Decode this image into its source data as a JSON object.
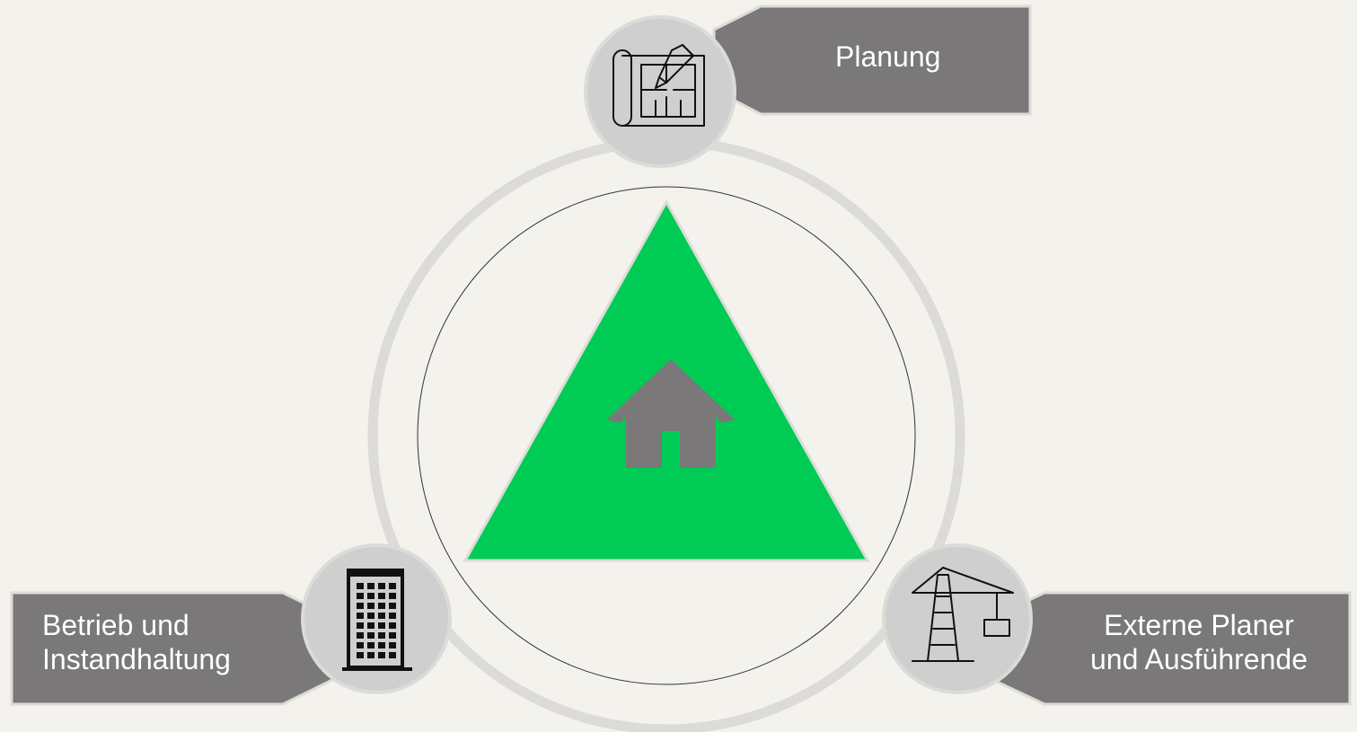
{
  "nodes": {
    "planung": {
      "label": "Planung",
      "icon": "blueprint-pencil-icon"
    },
    "betrieb": {
      "line1": "Betrieb und",
      "line2": "Instandhaltung",
      "icon": "office-building-icon"
    },
    "extern": {
      "line1": "Externe Planer",
      "line2": "und Ausführende",
      "icon": "construction-crane-icon"
    }
  },
  "center": {
    "icon": "house-icon"
  },
  "colors": {
    "background": "#f4f2ed",
    "ring": "#dcdbd7",
    "node_circle": "#cfcfcf",
    "label_box": "#7a7878",
    "triangle": "#00cc55",
    "house": "#7a7878",
    "label_text": "#ffffff"
  }
}
